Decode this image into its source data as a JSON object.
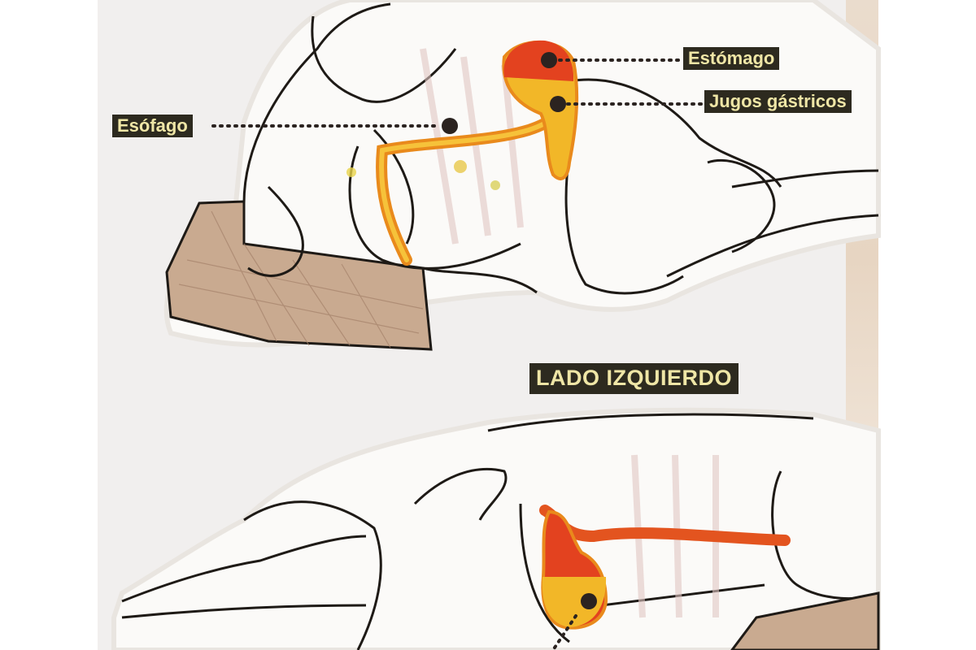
{
  "diagram": {
    "top_figure": {
      "description": "Person lying on right side with stomach contents near esophagus",
      "labels": {
        "stomach": "Estómago",
        "gastric_juices": "Jugos gástricos",
        "esophagus": "Esófago"
      }
    },
    "bottom_figure": {
      "title": "LADO IZQUIERDO",
      "description": "Person lying on left side with gastric juices kept low in stomach"
    },
    "colors": {
      "label_bg": "#2d2a1f",
      "label_text": "#efe6a6",
      "stomach_red": "#e3421f",
      "juice_yellow": "#f2b728",
      "esophagus_orange": "#e98a1c",
      "pillow_brown": "#c8a88c",
      "outline": "#1e1a16"
    }
  }
}
